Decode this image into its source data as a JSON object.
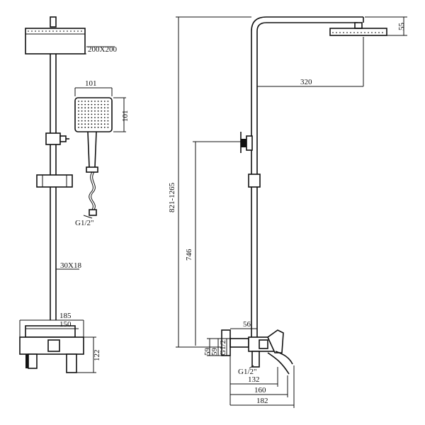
{
  "dimensions": {
    "head_size": "200X200",
    "hand_width": "101",
    "hand_height": "101",
    "hose_thread": "G1/2\"",
    "rail_size": "30X18",
    "mixer_width_outer": "185",
    "mixer_width_inner": "150",
    "mixer_height": "122",
    "head_thickness": "55",
    "arm_reach": "320",
    "total_height": "821-1265",
    "outlet_height": "746",
    "top_height": "56",
    "conn_a": "59",
    "conn_b": "59",
    "inlet_thread": "G1/2",
    "outlet_thread": "G1/2\"",
    "depth_a": "132",
    "depth_b": "160",
    "depth_c": "182"
  }
}
